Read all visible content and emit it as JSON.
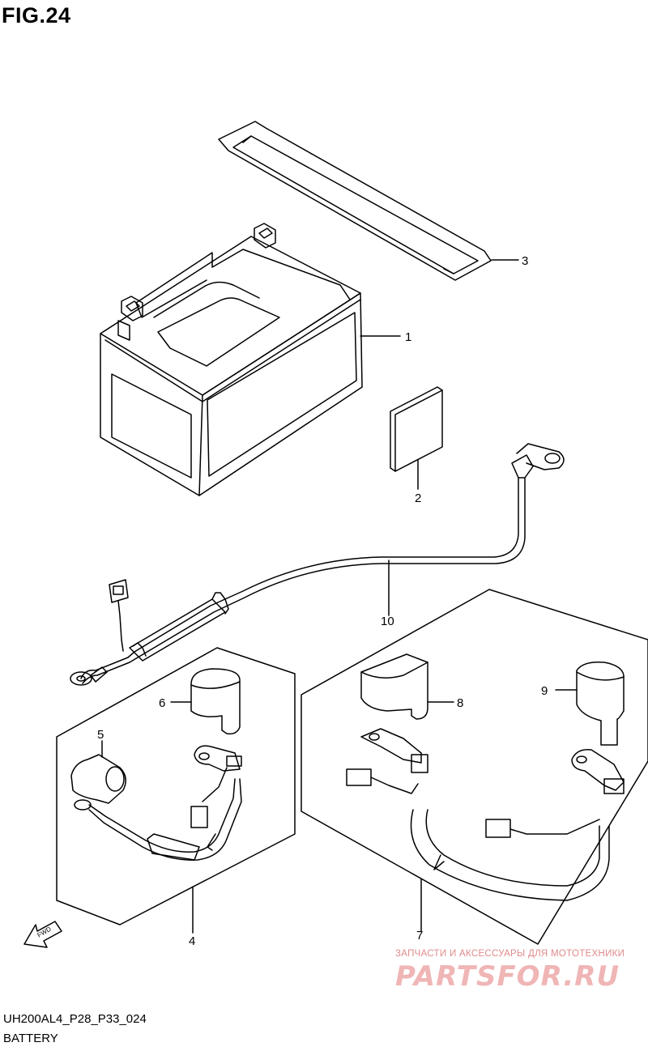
{
  "figure": {
    "title": "FIG.24",
    "code": "UH200AL4_P28_P33_024",
    "caption": "BATTERY"
  },
  "callouts": [
    "1",
    "2",
    "3",
    "4",
    "5",
    "6",
    "7",
    "8",
    "9",
    "10"
  ],
  "fwd_label": "FWD",
  "watermark": {
    "small_text": "ЗАПЧАСТИ И АКСЕССУАРЫ ДЛЯ МОТОТЕХНИКИ",
    "logo_text": "PARTSFOR.RU",
    "color": "#e08a8a"
  }
}
